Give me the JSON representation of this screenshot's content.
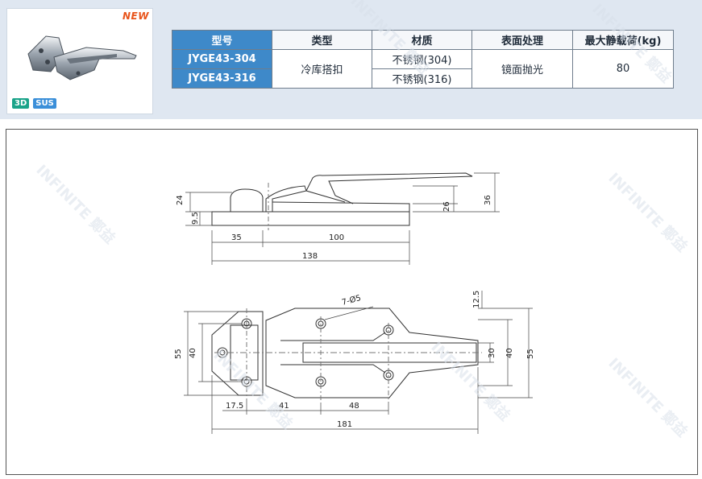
{
  "product": {
    "new_badge": "NEW",
    "badge_3d": "3D",
    "badge_sus": "SUS"
  },
  "table": {
    "headers": [
      "型号",
      "类型",
      "材质",
      "表面处理",
      "最大静载荷(kg)"
    ],
    "models": [
      "JYGE43-304",
      "JYGE43-316"
    ],
    "type": "冷库搭扣",
    "materials": [
      "不锈钢(304)",
      "不锈钢(316)"
    ],
    "surface": "镜面抛光",
    "max_load": "80"
  },
  "side_view": {
    "dims": {
      "height_left": "24",
      "base_thickness": "9.5",
      "left_len": "35",
      "mid_len": "100",
      "total_len": "138",
      "handle_height": "26",
      "overall_height": "36"
    }
  },
  "top_view": {
    "dims": {
      "hole_note": "7-Ø5",
      "offset_top": "12.5",
      "left_outer": "55",
      "left_inner": "40",
      "right_slot": "30",
      "right_inner": "40",
      "right_outer": "55",
      "seg_a": "17.5",
      "seg_b": "41",
      "seg_c": "48",
      "total": "181"
    }
  },
  "watermark": {
    "text": "INFINITE 鄭益"
  },
  "colors": {
    "band": "#dfe7f1",
    "header_blue": "#3e89c9",
    "new_orange": "#e8541b",
    "badge_green": "#1aa389",
    "badge_blue": "#3b8fd9"
  }
}
